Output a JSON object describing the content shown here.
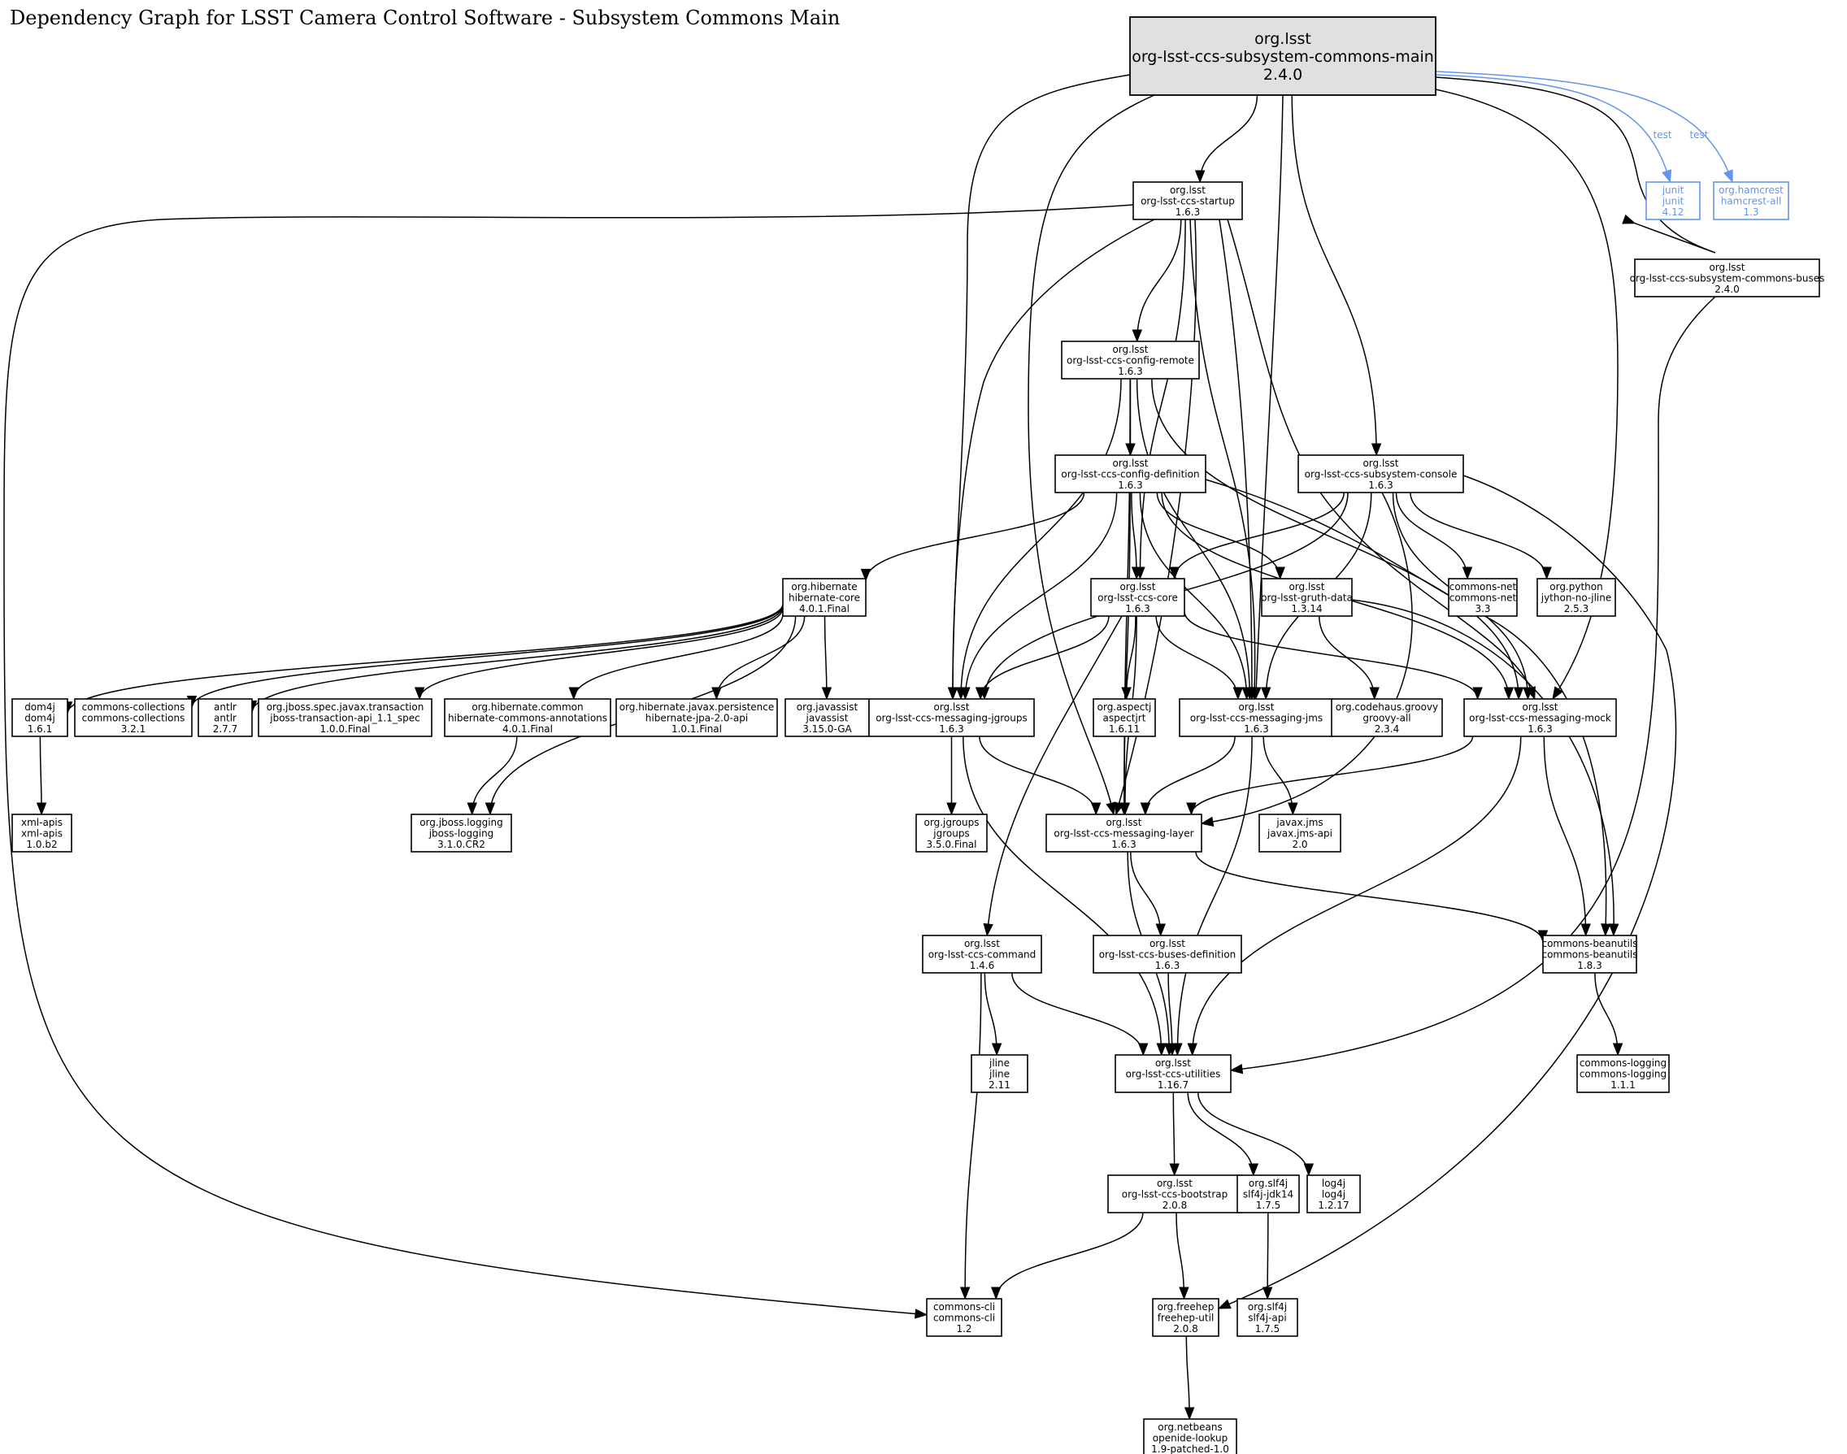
{
  "title": "Dependency Graph for LSST Camera Control Software - Subsystem Commons Main",
  "nodes": [
    {
      "id": "main",
      "group": "org.lsst",
      "artifact": "org-lsst-ccs-subsystem-commons-main",
      "version": "2.4.0",
      "role": "root"
    },
    {
      "id": "startup",
      "group": "org.lsst",
      "artifact": "org-lsst-ccs-startup",
      "version": "1.6.3"
    },
    {
      "id": "junit",
      "group": "junit",
      "artifact": "junit",
      "version": "4.12",
      "role": "test"
    },
    {
      "id": "hamcrest",
      "group": "org.hamcrest",
      "artifact": "hamcrest-all",
      "version": "1.3",
      "role": "test"
    },
    {
      "id": "buses",
      "group": "org.lsst",
      "artifact": "org-lsst-ccs-subsystem-commons-buses",
      "version": "2.4.0"
    },
    {
      "id": "cfgremote",
      "group": "org.lsst",
      "artifact": "org-lsst-ccs-config-remote",
      "version": "1.6.3"
    },
    {
      "id": "cfgdef",
      "group": "org.lsst",
      "artifact": "org-lsst-ccs-config-definition",
      "version": "1.6.3"
    },
    {
      "id": "console",
      "group": "org.lsst",
      "artifact": "org-lsst-ccs-subsystem-console",
      "version": "1.6.3"
    },
    {
      "id": "hibcore",
      "group": "org.hibernate",
      "artifact": "hibernate-core",
      "version": "4.0.1.Final"
    },
    {
      "id": "core",
      "group": "org.lsst",
      "artifact": "org-lsst-ccs-core",
      "version": "1.6.3"
    },
    {
      "id": "gruth",
      "group": "org.lsst",
      "artifact": "org-lsst-gruth-data",
      "version": "1.3.14"
    },
    {
      "id": "cnet",
      "group": "commons-net",
      "artifact": "commons-net",
      "version": "3.3"
    },
    {
      "id": "jython",
      "group": "org.python",
      "artifact": "jython-no-jline",
      "version": "2.5.3"
    },
    {
      "id": "dom4j",
      "group": "dom4j",
      "artifact": "dom4j",
      "version": "1.6.1"
    },
    {
      "id": "ccoll",
      "group": "commons-collections",
      "artifact": "commons-collections",
      "version": "3.2.1"
    },
    {
      "id": "antlr",
      "group": "antlr",
      "artifact": "antlr",
      "version": "2.7.7"
    },
    {
      "id": "jbosstx",
      "group": "org.jboss.spec.javax.transaction",
      "artifact": "jboss-transaction-api_1.1_spec",
      "version": "1.0.0.Final"
    },
    {
      "id": "hibann",
      "group": "org.hibernate.common",
      "artifact": "hibernate-commons-annotations",
      "version": "4.0.1.Final"
    },
    {
      "id": "hibjpa",
      "group": "org.hibernate.javax.persistence",
      "artifact": "hibernate-jpa-2.0-api",
      "version": "1.0.1.Final"
    },
    {
      "id": "javassist",
      "group": "org.javassist",
      "artifact": "javassist",
      "version": "3.15.0-GA"
    },
    {
      "id": "jgroupsmsg",
      "group": "org.lsst",
      "artifact": "org-lsst-ccs-messaging-jgroups",
      "version": "1.6.3"
    },
    {
      "id": "aspectj",
      "group": "org.aspectj",
      "artifact": "aspectjrt",
      "version": "1.6.11"
    },
    {
      "id": "jmsmsg",
      "group": "org.lsst",
      "artifact": "org-lsst-ccs-messaging-jms",
      "version": "1.6.3"
    },
    {
      "id": "groovy",
      "group": "org.codehaus.groovy",
      "artifact": "groovy-all",
      "version": "2.3.4"
    },
    {
      "id": "mock",
      "group": "org.lsst",
      "artifact": "org-lsst-ccs-messaging-mock",
      "version": "1.6.3"
    },
    {
      "id": "xmlapis",
      "group": "xml-apis",
      "artifact": "xml-apis",
      "version": "1.0.b2"
    },
    {
      "id": "jbosslog",
      "group": "org.jboss.logging",
      "artifact": "jboss-logging",
      "version": "3.1.0.CR2"
    },
    {
      "id": "jgroups",
      "group": "org.jgroups",
      "artifact": "jgroups",
      "version": "3.5.0.Final"
    },
    {
      "id": "layer",
      "group": "org.lsst",
      "artifact": "org-lsst-ccs-messaging-layer",
      "version": "1.6.3"
    },
    {
      "id": "jmsapi",
      "group": "javax.jms",
      "artifact": "javax.jms-api",
      "version": "2.0"
    },
    {
      "id": "command",
      "group": "org.lsst",
      "artifact": "org-lsst-ccs-command",
      "version": "1.4.6"
    },
    {
      "id": "busesdef",
      "group": "org.lsst",
      "artifact": "org-lsst-ccs-buses-definition",
      "version": "1.6.3"
    },
    {
      "id": "beanutils",
      "group": "commons-beanutils",
      "artifact": "commons-beanutils",
      "version": "1.8.3"
    },
    {
      "id": "jline",
      "group": "jline",
      "artifact": "jline",
      "version": "2.11"
    },
    {
      "id": "utilities",
      "group": "org.lsst",
      "artifact": "org-lsst-ccs-utilities",
      "version": "1.16.7"
    },
    {
      "id": "clogging",
      "group": "commons-logging",
      "artifact": "commons-logging",
      "version": "1.1.1"
    },
    {
      "id": "bootstrap",
      "group": "org.lsst",
      "artifact": "org-lsst-ccs-bootstrap",
      "version": "2.0.8"
    },
    {
      "id": "slf4jjdk",
      "group": "org.slf4j",
      "artifact": "slf4j-jdk14",
      "version": "1.7.5"
    },
    {
      "id": "log4j",
      "group": "log4j",
      "artifact": "log4j",
      "version": "1.2.17"
    },
    {
      "id": "ccli",
      "group": "commons-cli",
      "artifact": "commons-cli",
      "version": "1.2"
    },
    {
      "id": "freehep",
      "group": "org.freehep",
      "artifact": "freehep-util",
      "version": "2.0.8"
    },
    {
      "id": "slf4japi",
      "group": "org.slf4j",
      "artifact": "slf4j-api",
      "version": "1.7.5"
    },
    {
      "id": "openide",
      "group": "org.netbeans",
      "artifact": "openide-lookup",
      "version": "1.9-patched-1.0"
    }
  ],
  "edges": [
    {
      "from": "main",
      "to": "startup"
    },
    {
      "from": "main",
      "to": "junit",
      "label": "test"
    },
    {
      "from": "main",
      "to": "hamcrest",
      "label": "test"
    },
    {
      "from": "main",
      "to": "buses"
    },
    {
      "from": "main",
      "to": "console"
    },
    {
      "from": "main",
      "to": "jgroupsmsg"
    },
    {
      "from": "main",
      "to": "layer"
    },
    {
      "from": "main",
      "to": "jmsmsg"
    },
    {
      "from": "main",
      "to": "mock"
    },
    {
      "from": "startup",
      "to": "cfgremote"
    },
    {
      "from": "startup",
      "to": "core"
    },
    {
      "from": "startup",
      "to": "jgroupsmsg"
    },
    {
      "from": "startup",
      "to": "jmsmsg"
    },
    {
      "from": "startup",
      "to": "mock"
    },
    {
      "from": "startup",
      "to": "layer"
    },
    {
      "from": "startup",
      "to": "ccli"
    },
    {
      "from": "startup",
      "to": "jmsmsg"
    },
    {
      "from": "cfgremote",
      "to": "cfgdef"
    },
    {
      "from": "cfgremote",
      "to": "jgroupsmsg"
    },
    {
      "from": "cfgremote",
      "to": "layer"
    },
    {
      "from": "cfgremote",
      "to": "jmsmsg"
    },
    {
      "from": "cfgremote",
      "to": "mock"
    },
    {
      "from": "cfgdef",
      "to": "hibcore"
    },
    {
      "from": "cfgdef",
      "to": "core"
    },
    {
      "from": "cfgdef",
      "to": "gruth"
    },
    {
      "from": "cfgdef",
      "to": "jgroupsmsg"
    },
    {
      "from": "cfgdef",
      "to": "layer"
    },
    {
      "from": "cfgdef",
      "to": "jmsmsg"
    },
    {
      "from": "cfgdef",
      "to": "mock"
    },
    {
      "from": "cfgdef",
      "to": "beanutils"
    },
    {
      "from": "console",
      "to": "core"
    },
    {
      "from": "console",
      "to": "cnet"
    },
    {
      "from": "console",
      "to": "jython"
    },
    {
      "from": "console",
      "to": "jgroupsmsg"
    },
    {
      "from": "console",
      "to": "jmsmsg"
    },
    {
      "from": "console",
      "to": "mock"
    },
    {
      "from": "console",
      "to": "layer"
    },
    {
      "from": "console",
      "to": "freehep"
    },
    {
      "from": "hibcore",
      "to": "dom4j"
    },
    {
      "from": "hibcore",
      "to": "ccoll"
    },
    {
      "from": "hibcore",
      "to": "antlr"
    },
    {
      "from": "hibcore",
      "to": "jbosstx"
    },
    {
      "from": "hibcore",
      "to": "hibann"
    },
    {
      "from": "hibcore",
      "to": "hibjpa"
    },
    {
      "from": "hibcore",
      "to": "javassist"
    },
    {
      "from": "hibcore",
      "to": "jbosslog"
    },
    {
      "from": "core",
      "to": "jgroupsmsg"
    },
    {
      "from": "core",
      "to": "aspectj"
    },
    {
      "from": "core",
      "to": "jmsmsg"
    },
    {
      "from": "core",
      "to": "mock"
    },
    {
      "from": "core",
      "to": "layer"
    },
    {
      "from": "core",
      "to": "command"
    },
    {
      "from": "gruth",
      "to": "groovy"
    },
    {
      "from": "gruth",
      "to": "beanutils"
    },
    {
      "from": "dom4j",
      "to": "xmlapis"
    },
    {
      "from": "hibann",
      "to": "jbosslog"
    },
    {
      "from": "jgroupsmsg",
      "to": "jgroups"
    },
    {
      "from": "jgroupsmsg",
      "to": "layer"
    },
    {
      "from": "jgroupsmsg",
      "to": "utilities"
    },
    {
      "from": "jmsmsg",
      "to": "layer"
    },
    {
      "from": "jmsmsg",
      "to": "jmsapi"
    },
    {
      "from": "jmsmsg",
      "to": "utilities"
    },
    {
      "from": "mock",
      "to": "layer"
    },
    {
      "from": "mock",
      "to": "beanutils"
    },
    {
      "from": "mock",
      "to": "utilities"
    },
    {
      "from": "layer",
      "to": "busesdef"
    },
    {
      "from": "layer",
      "to": "beanutils"
    },
    {
      "from": "layer",
      "to": "utilities"
    },
    {
      "from": "buses",
      "to": "utilities"
    },
    {
      "from": "busesdef",
      "to": "utilities"
    },
    {
      "from": "command",
      "to": "jline"
    },
    {
      "from": "command",
      "to": "utilities"
    },
    {
      "from": "command",
      "to": "ccli"
    },
    {
      "from": "beanutils",
      "to": "clogging"
    },
    {
      "from": "utilities",
      "to": "bootstrap"
    },
    {
      "from": "utilities",
      "to": "slf4jjdk"
    },
    {
      "from": "utilities",
      "to": "log4j"
    },
    {
      "from": "bootstrap",
      "to": "ccli"
    },
    {
      "from": "bootstrap",
      "to": "freehep"
    },
    {
      "from": "slf4jjdk",
      "to": "slf4japi"
    },
    {
      "from": "freehep",
      "to": "openide"
    }
  ]
}
